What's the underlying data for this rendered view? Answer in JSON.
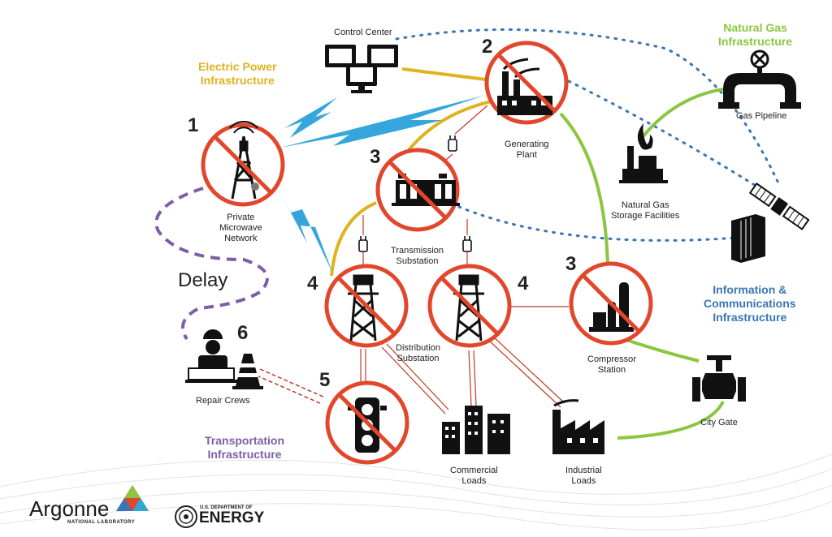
{
  "infrastructures": {
    "electric": {
      "label_line1": "Electric Power",
      "label_line2": "Infrastructure",
      "color": "#e0b21e"
    },
    "gas": {
      "label_line1": "Natural Gas",
      "label_line2": "Infrastructure",
      "color": "#8cc63f"
    },
    "ict": {
      "label_line1": "Information &",
      "label_line2": "Communications",
      "label_line3": "Infrastructure",
      "color": "#3a76b5"
    },
    "transport": {
      "label_line1": "Transportation",
      "label_line2": "Infrastructure",
      "color": "#7b5ea7"
    }
  },
  "nodes": {
    "control_center": {
      "label": "Control Center"
    },
    "generating_plant": {
      "number": "2",
      "label_line1": "Generating",
      "label_line2": "Plant"
    },
    "microwave": {
      "number": "1",
      "label_line1": "Private",
      "label_line2": "Microwave",
      "label_line3": "Network"
    },
    "transmission": {
      "number": "3",
      "label_line1": "Transmission",
      "label_line2": "Substation"
    },
    "distribution_left": {
      "number": "4"
    },
    "distribution_right": {
      "number": "4"
    },
    "distribution_label": {
      "label_line1": "Distribution",
      "label_line2": "Substation"
    },
    "compressor": {
      "number": "3",
      "label_line1": "Compressor",
      "label_line2": "Station"
    },
    "traffic": {
      "number": "5"
    },
    "repair": {
      "number": "6",
      "label": "Repair Crews"
    },
    "gas_pipeline": {
      "label": "Gas Pipeline"
    },
    "gas_storage": {
      "label_line1": "Natural Gas",
      "label_line2": "Storage Facilities"
    },
    "city_gate": {
      "label": "City Gate"
    },
    "commercial": {
      "label_line1": "Commercial",
      "label_line2": "Loads"
    },
    "industrial": {
      "label_line1": "Industrial",
      "label_line2": "Loads"
    }
  },
  "delay_label": "Delay",
  "colors": {
    "prohibit": "#e2462b",
    "electric": "#e0b21e",
    "gas": "#8cc63f",
    "comm": "#3a76b5",
    "microwave": "#35a6dc",
    "transport": "#7b5ea7",
    "load_line": "#c0392b"
  },
  "logos": {
    "argonne": "Argonne",
    "argonne_sub": "NATIONAL LABORATORY",
    "doe_small": "U.S. DEPARTMENT OF",
    "doe_big": "ENERGY"
  }
}
